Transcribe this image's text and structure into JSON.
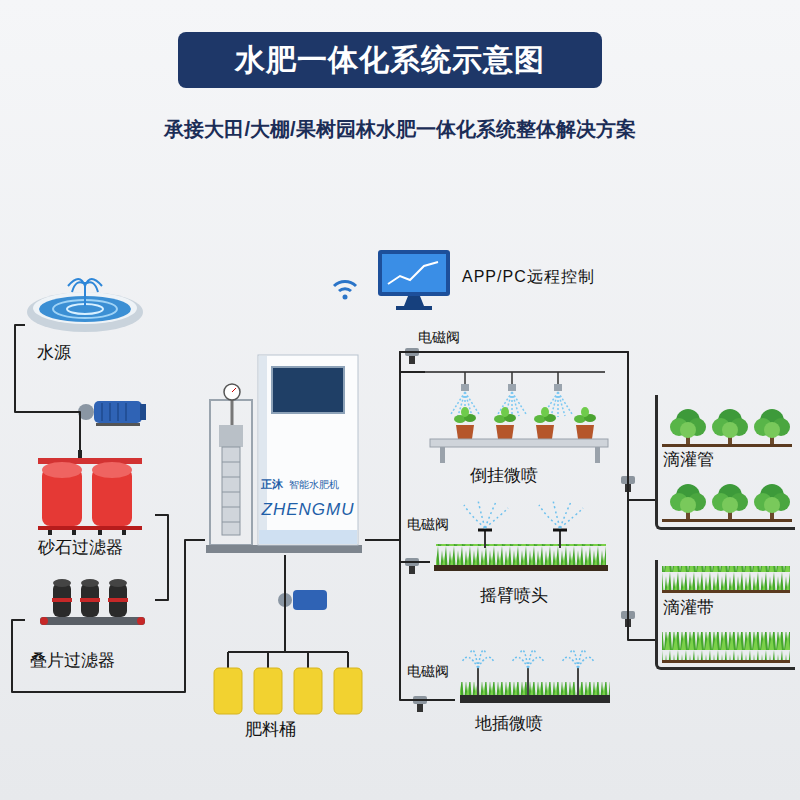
{
  "diagram": {
    "title": "水肥一体化系统示意图",
    "nodes": [
      {
        "text": [
          "水源"
        ]
      },
      {
        "text": [
          "砂石过滤器"
        ]
      },
      {
        "text": [
          "叠片过滤器"
        ]
      },
      {
        "text": [
          "正沐",
          "智能水肥机",
          "ZHENGMU"
        ]
      },
      {
        "text": [
          "肥料桶"
        ]
      },
      {
        "text": [
          "APP/PC远程控制"
        ]
      },
      {
        "text": [
          "倒挂微喷"
        ]
      },
      {
        "text": [
          "摇臂喷头"
        ]
      },
      {
        "text": [
          "地插微喷"
        ]
      },
      {
        "text": [
          "滴灌管"
        ]
      },
      {
        "text": [
          "滴灌带"
        ]
      }
    ],
    "edges": [
      {
        "from": 0,
        "to": 1,
        "arrow": "none"
      },
      {
        "from": 1,
        "to": 2,
        "arrow": "none"
      },
      {
        "from": 2,
        "to": 3,
        "arrow": "none"
      },
      {
        "from": 4,
        "to": 3,
        "arrow": "none"
      },
      {
        "from": 3,
        "to": 6,
        "arrow": "none"
      },
      {
        "from": 3,
        "to": 7,
        "arrow": "none"
      },
      {
        "from": 3,
        "to": 8,
        "arrow": "none"
      },
      {
        "from": 3,
        "to": 9,
        "arrow": "none"
      },
      {
        "from": 3,
        "to": 10,
        "arrow": "none"
      }
    ],
    "labels": [
      "承接大田/大棚/果树园林水肥一体化系统整体解决方案",
      "电磁阀",
      "电磁阀",
      "电磁阀"
    ]
  }
}
